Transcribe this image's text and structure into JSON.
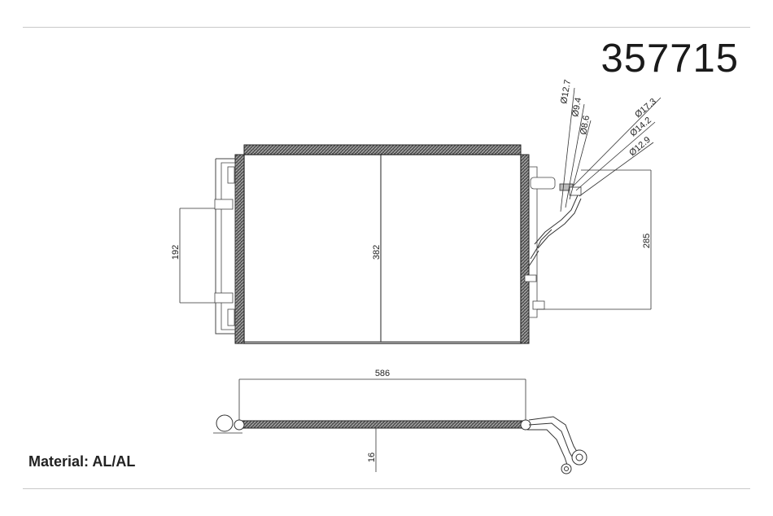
{
  "part_number": "357715",
  "material_label": "Material: AL/AL",
  "dimensions": {
    "width": "586",
    "height": "382",
    "bracket_span": "192",
    "pipe_span": "285",
    "thickness": "16"
  },
  "pipe_diameters": [
    "Ø12.7",
    "Ø9.4",
    "Ø8.6",
    "Ø17.3",
    "Ø14.2",
    "Ø12.9"
  ]
}
